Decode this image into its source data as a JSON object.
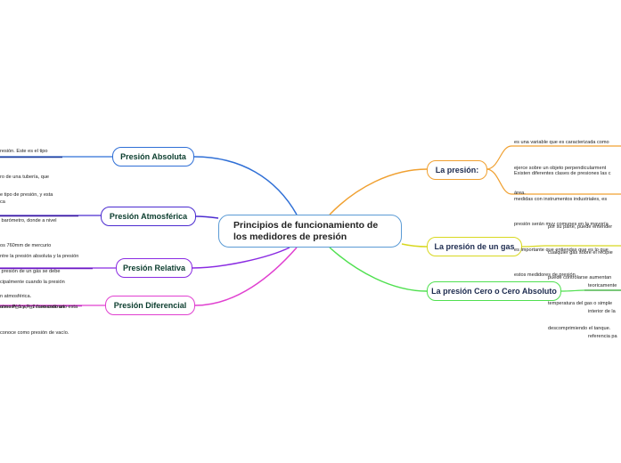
{
  "central_topic": {
    "line1": "Principios de funcionamiento de",
    "line2": "los medidores de presión"
  },
  "left_branches": [
    {
      "label": "Presión Absoluta",
      "color": "#2f6fd6",
      "note": [
        "resión. Este es el tipo",
        "ro de una tubería, que",
        "ca"
      ]
    },
    {
      "label": "Presión Atmosférica",
      "color": "#4b2bd0",
      "note": [
        "e tipo de presión, y esta",
        " barómetro, donde a nivel",
        "os 760mm de mercurio",
        " presión de un gás se debe",
        "n atmosférica."
      ]
    },
    {
      "label": "Presión Relativa",
      "color": "#8a2be2",
      "note": [
        "ntre la presión absoluta y la presión",
        "cipalmente cuando la presión",
        "atmosférica, en caso contrario esta",
        "conoce como presión de vacío."
      ]
    },
    {
      "label": "Presión Diferencial",
      "color": "#d63ad6",
      "note": [
        "ones P_1 y P_2 formando un"
      ]
    }
  ],
  "right_branches": [
    {
      "label": "La presión:",
      "color": "#f0a030",
      "notes": [
        [
          "es una variable que es caracterizada como",
          "ejerce sobre un objeto perpendicularment",
          "área."
        ],
        [
          "Existen diferentes clases de presiones las c",
          "medidas con instrumentos industriales, es",
          "presión serán muy comunes en la mayoría",
          "es importante que entiendas que es lo que",
          "estos medidores de presión."
        ]
      ]
    },
    {
      "label": "La presión de un gas",
      "color": "#d8d820",
      "notes": [
        [
          "por su parte, puede entender",
          "cualquier gas sobre el recipie",
          "puede controlarse aumentan",
          "temperatura del gas o simple",
          "descomprimiendo el tanque."
        ]
      ]
    },
    {
      "label": "La presión Cero o Cero Absoluto",
      "color": "#50e050",
      "notes": [
        [
          "teoricamente",
          "interior de la",
          "referencia pa"
        ]
      ]
    }
  ]
}
